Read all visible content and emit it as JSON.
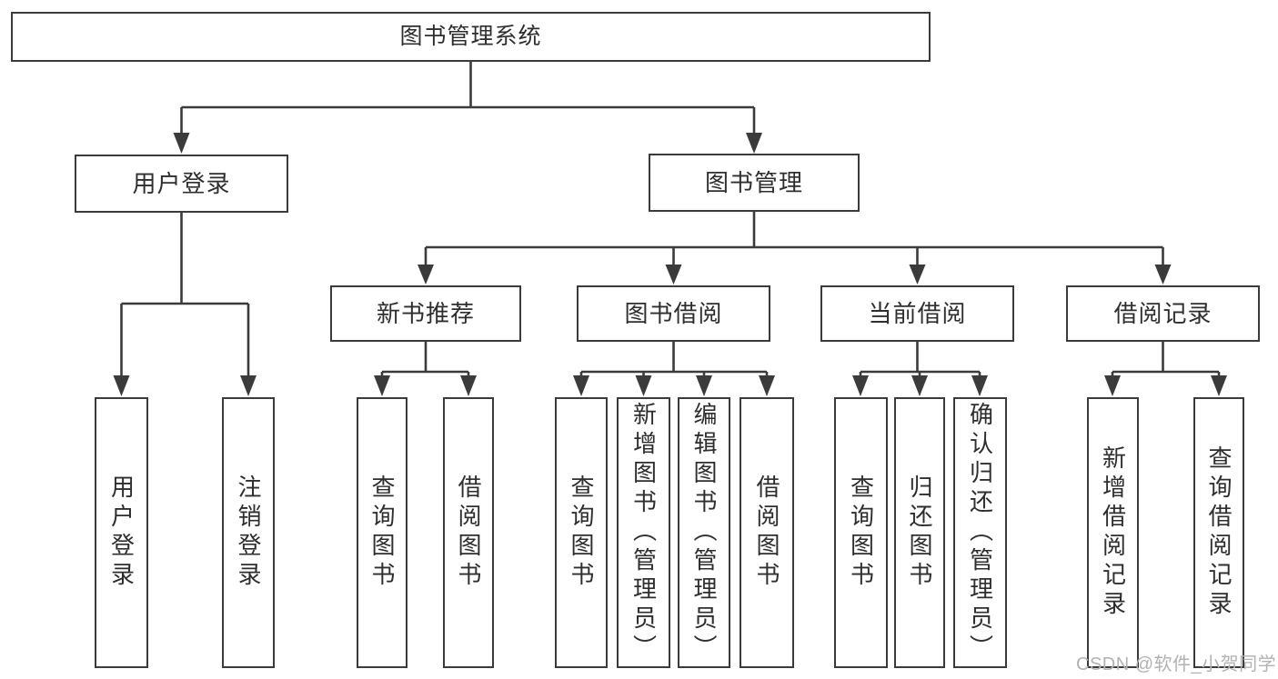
{
  "tree": {
    "label": "图书管理系统",
    "children": [
      {
        "label": "用户登录",
        "children": [
          {
            "label": "用户登录"
          },
          {
            "label": "注销登录"
          }
        ]
      },
      {
        "label": "图书管理",
        "children": [
          {
            "label": "新书推荐",
            "children": [
              {
                "label": "查询图书"
              },
              {
                "label": "借阅图书"
              }
            ]
          },
          {
            "label": "图书借阅",
            "children": [
              {
                "label": "查询图书"
              },
              {
                "label": "新增图书（管理员）"
              },
              {
                "label": "编辑图书（管理员）"
              },
              {
                "label": "借阅图书"
              }
            ]
          },
          {
            "label": "当前借阅",
            "children": [
              {
                "label": "查询图书"
              },
              {
                "label": "归还图书"
              },
              {
                "label": "确认归还（管理员）"
              }
            ]
          },
          {
            "label": "借阅记录",
            "children": [
              {
                "label": "新增借阅记录"
              },
              {
                "label": "查询借阅记录"
              }
            ]
          }
        ]
      }
    ]
  },
  "watermark": "CSDN @软件_小贺同学",
  "colors": {
    "line": "#3b3b3b",
    "text": "#2e2e2e",
    "watermark": "#b2b2b2",
    "background": "#ffffff"
  }
}
